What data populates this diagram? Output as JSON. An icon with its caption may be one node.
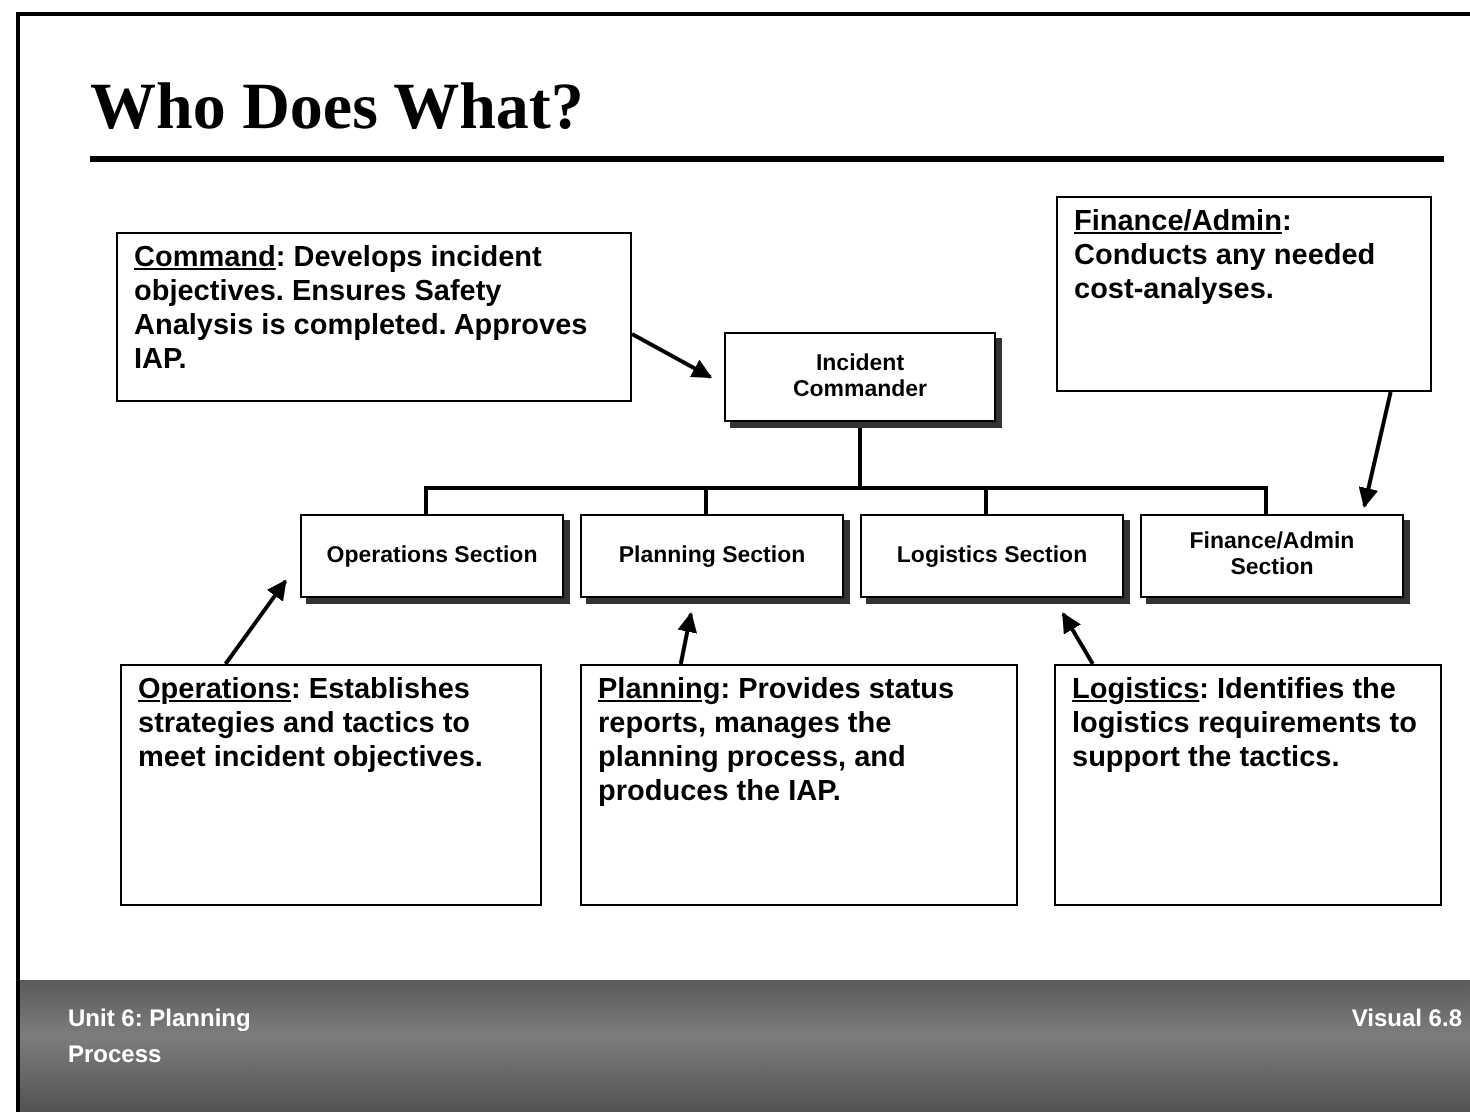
{
  "diagram": {
    "title": "Who Does What?",
    "nodes": [
      {
        "text": [
          "Command: Develops incident objectives. Ensures Safety Analysis is completed. Approves IAP."
        ]
      },
      {
        "text": [
          "Incident Commander"
        ]
      },
      {
        "text": [
          "Finance/Admin: Conducts any needed cost-analyses."
        ]
      },
      {
        "text": [
          "Operations Section"
        ]
      },
      {
        "text": [
          "Planning Section"
        ]
      },
      {
        "text": [
          "Logistics Section"
        ]
      },
      {
        "text": [
          "Finance/Admin Section"
        ]
      },
      {
        "text": [
          "Operations: Establishes strategies and tactics to meet incident objectives."
        ]
      },
      {
        "text": [
          "Planning: Provides status reports, manages the planning process, and produces the IAP."
        ]
      },
      {
        "text": [
          "Logistics: Identifies the logistics requirements to support the tactics."
        ]
      }
    ],
    "edges": [
      {
        "from": 0,
        "to": 1,
        "arrow": "to"
      },
      {
        "from": 2,
        "to": 6,
        "arrow": "to"
      },
      {
        "from": 1,
        "to": 3,
        "arrow": "none"
      },
      {
        "from": 1,
        "to": 4,
        "arrow": "none"
      },
      {
        "from": 1,
        "to": 5,
        "arrow": "none"
      },
      {
        "from": 1,
        "to": 6,
        "arrow": "none"
      },
      {
        "from": 7,
        "to": 3,
        "arrow": "to"
      },
      {
        "from": 8,
        "to": 4,
        "arrow": "to"
      },
      {
        "from": 9,
        "to": 5,
        "arrow": "to"
      }
    ],
    "labels": [
      "Unit 6: Planning Process",
      "Visual 6.8"
    ]
  }
}
